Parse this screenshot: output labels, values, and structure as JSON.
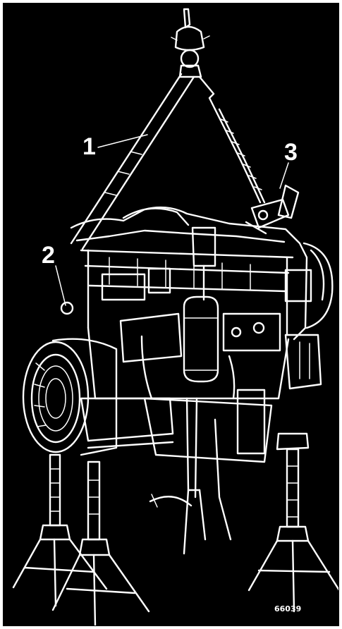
{
  "diagram": {
    "callouts": [
      {
        "id": "1",
        "label": "1"
      },
      {
        "id": "2",
        "label": "2"
      },
      {
        "id": "3",
        "label": "3"
      }
    ],
    "reference_code": "66039",
    "colors": {
      "background": "#000000",
      "lines": "#ffffff",
      "page": "#ffffff"
    }
  }
}
